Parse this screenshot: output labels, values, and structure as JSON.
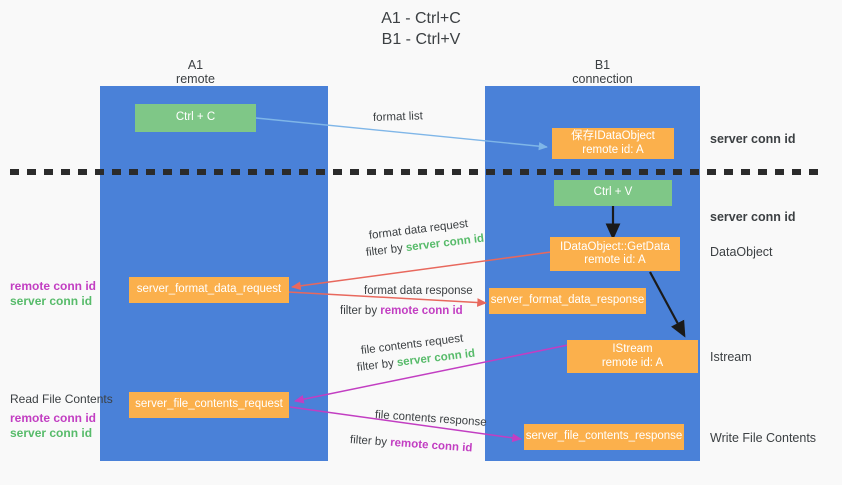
{
  "title": {
    "line1": "A1 - Ctrl+C",
    "line2": "B1 - Ctrl+V"
  },
  "columns": [
    {
      "name": "A1",
      "sub": "remote"
    },
    {
      "name": "B1",
      "sub": "connection"
    }
  ],
  "colors": {
    "lane": "#4a81d8",
    "node_green": "#7fc787",
    "node_orange": "#fbb04c",
    "arrow_blue": "#7fb6e8",
    "arrow_red": "#e8685d",
    "arrow_purple": "#c23ec2",
    "arrow_black": "#1a1a1a",
    "text_green": "#57bb6a",
    "text_purple": "#c23ec2",
    "background": "#f9f9f9"
  },
  "nodes": {
    "ctrl_c": "Ctrl + C",
    "ctrl_v": "Ctrl + V",
    "save_idataobject": "保存IDataObject\nremote id: A",
    "getdata": "IDataObject::GetData\nremote id: A",
    "istream": "IStream\nremote id: A",
    "server_format_data_request": "server_format_data_request",
    "server_format_data_response": "server_format_data_response",
    "server_file_contents_request": "server_file_contents_request",
    "server_file_contents_response": "server_file_contents_response"
  },
  "edge_labels": {
    "format_list": "format list",
    "format_data_request": "format data request",
    "format_data_request_filter_pre": "filter by ",
    "format_data_request_filter_key": "server conn id",
    "format_data_response": "format data response",
    "format_data_response_filter_pre": "filter by ",
    "format_data_response_filter_key": "remote conn id",
    "file_contents_request": "file contents request",
    "file_contents_request_filter_pre": "filter by ",
    "file_contents_request_filter_key": "server conn id",
    "file_contents_response": "file contents response",
    "file_contents_response_filter_pre": "filter by ",
    "file_contents_response_filter_key": "remote conn id"
  },
  "right_annotations": [
    {
      "text": "server conn id",
      "kind": "green"
    },
    {
      "text": "server conn id",
      "kind": "green"
    },
    {
      "text": "DataObject",
      "kind": "plain"
    },
    {
      "text": "Istream",
      "kind": "plain"
    },
    {
      "text": "Write File Contents",
      "kind": "plain"
    }
  ],
  "left_annotations": {
    "group1_remote": "remote conn id",
    "group1_server": "server conn id",
    "read_file_contents": "Read File Contents",
    "group2_remote": "remote conn id",
    "group2_server": "server conn id"
  }
}
